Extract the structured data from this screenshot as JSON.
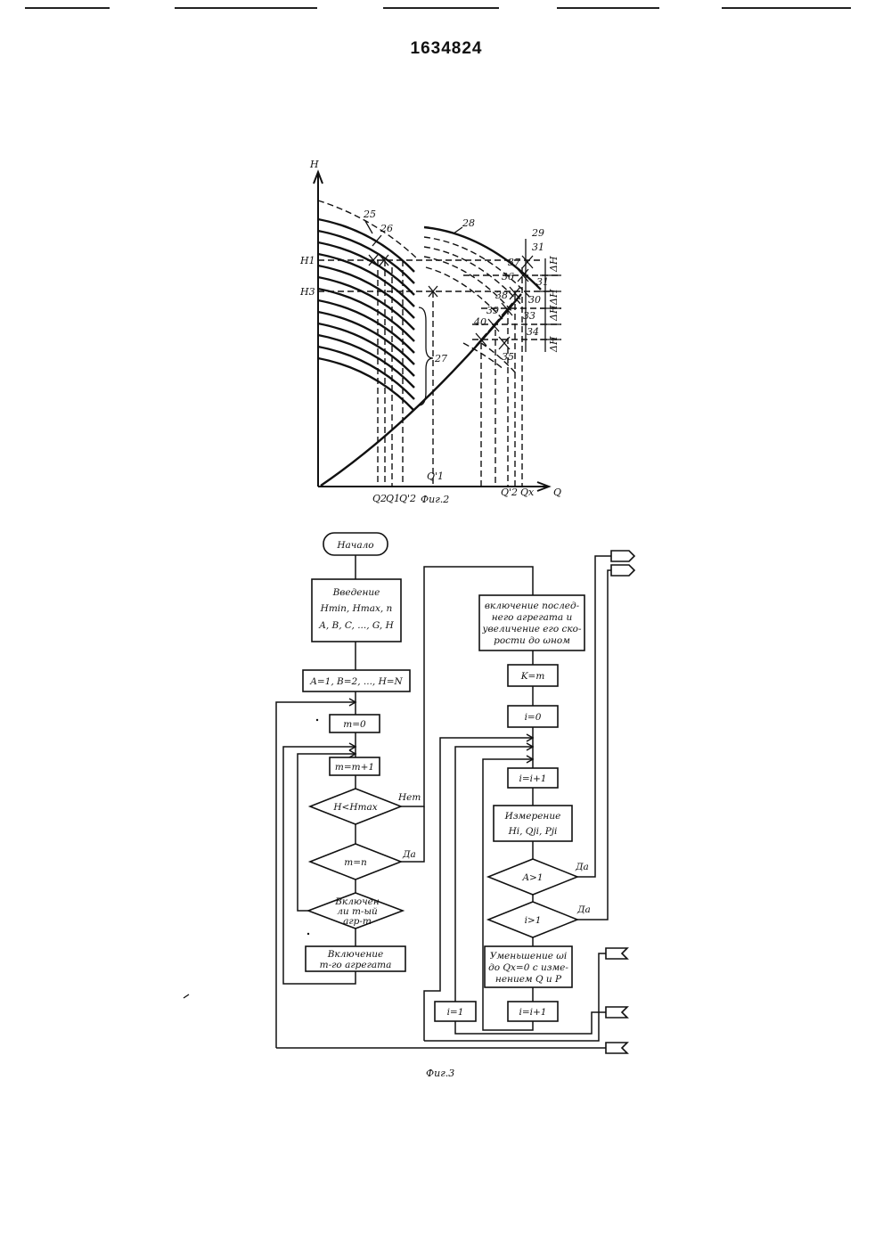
{
  "header": {
    "patent_number": "1634824"
  },
  "figure2": {
    "caption": "Фиг.2",
    "axis_y": "H",
    "axis_x": "Q",
    "y_ticks": [
      "H1",
      "H3"
    ],
    "x_ticks": [
      "Q2",
      "Q1",
      "Q'2",
      "Q'1",
      "Q'2",
      "Qx"
    ],
    "callouts": [
      "25",
      "26",
      "27",
      "28",
      "29",
      "31",
      "31",
      "30",
      "33",
      "34",
      "35",
      "36",
      "37",
      "38",
      "39",
      "40"
    ],
    "delta_labels": [
      "ΔH",
      "ΔH",
      "ΔH",
      "ΔH"
    ]
  },
  "figure3": {
    "caption": "Фиг.3",
    "blocks": {
      "start": "Начало",
      "input_title": "Введение",
      "input_line1": "Hmin, Hmax, n",
      "input_line2": "A, B, C, ..., G, H",
      "assign": "A=1, B=2, ..., H=N",
      "m_init": "m=0",
      "m_incr": "m=m+1",
      "cond_h": "H<Hmax",
      "cond_m": "m=n",
      "cond_on_1": "Включен",
      "cond_on_2": "ли m-ый",
      "cond_on_3": "агр-т",
      "turn_on_1": "Включение",
      "turn_on_2": "m-го агрегата",
      "last_1": "включение послед-",
      "last_2": "него агрегата и",
      "last_3": "увеличение его ско-",
      "last_4": "рости до ωном",
      "k_assign": "K=m",
      "i_init": "i=0",
      "i_incr": "i=i+1",
      "measure_1": "Измерение",
      "measure_2": "Hi, Qji, Pji",
      "cond_a": "A>1",
      "cond_i": "i>1",
      "reduce_1": "Уменьшение ωi",
      "reduce_2": "до Qx=0 с изме-",
      "reduce_3": "нением Q и P",
      "i_one": "i=1",
      "i_incr2": "i=i+1"
    },
    "branch_no": "Нет",
    "branch_yes_1": "Да",
    "branch_yes_2": "Да",
    "branch_yes_3": "Да"
  }
}
